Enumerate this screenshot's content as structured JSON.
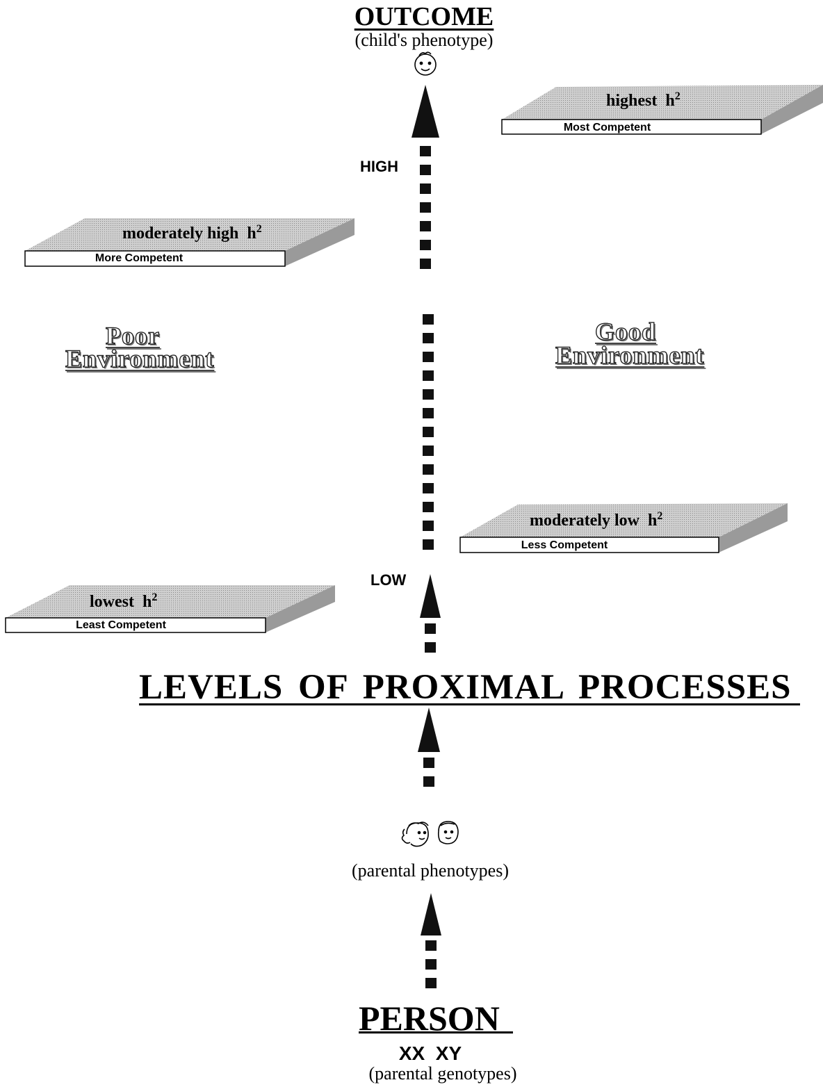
{
  "top": {
    "title": "OUTCOME",
    "subtitle": "(child's phenotype)"
  },
  "scale": {
    "high": "HIGH",
    "low": "LOW"
  },
  "plates": {
    "highest": {
      "label": "highest",
      "h": "h",
      "sup": "2",
      "sub": "Most Competent"
    },
    "mod_high": {
      "label": "moderately high",
      "h": "h",
      "sup": "2",
      "sub": "More Competent"
    },
    "mod_low": {
      "label": "moderately low",
      "h": "h",
      "sup": "2",
      "sub": "Less Competent"
    },
    "lowest": {
      "label": "lowest",
      "h": "h",
      "sup": "2",
      "sub": "Least Competent"
    }
  },
  "environments": {
    "poor": {
      "line1": "Poor",
      "line2": "Environment"
    },
    "good": {
      "line1": "Good",
      "line2": "Environment"
    }
  },
  "center": {
    "title": "LEVELS OF PROXIMAL PROCESSES"
  },
  "parents": {
    "caption": "(parental phenotypes)"
  },
  "bottom": {
    "title": "PERSON",
    "genes": "XX  XY",
    "caption": "(parental genotypes)"
  }
}
